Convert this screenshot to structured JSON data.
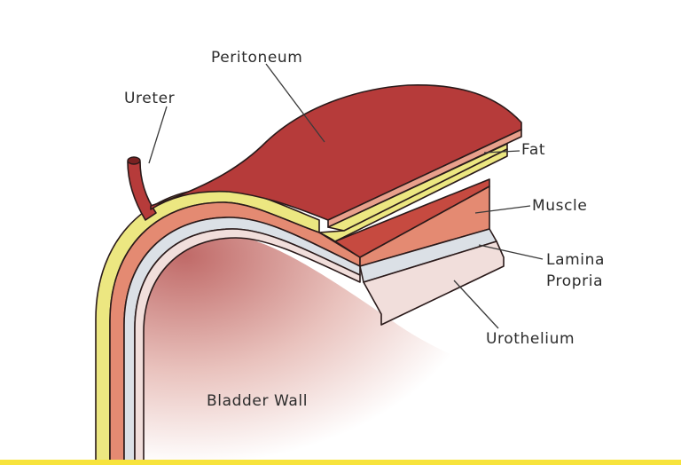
{
  "labels": {
    "peritoneum": "Peritoneum",
    "ureter": "Ureter",
    "fat": "Fat",
    "muscle": "Muscle",
    "lamina_line1": "Lamina",
    "lamina_line2": "Propria",
    "urothelium": "Urothelium",
    "bladder_wall": "Bladder Wall"
  },
  "colors": {
    "peritoneum": "#b63b3a",
    "fat": "#ece781",
    "muscle": "#c64a40",
    "muscle_side": "#e48a72",
    "lamina_propria": "#dbe0e6",
    "urothelium": "#f1dedb",
    "interior_dark": "#c06a68",
    "bottom_bar": "#f7e33c"
  }
}
